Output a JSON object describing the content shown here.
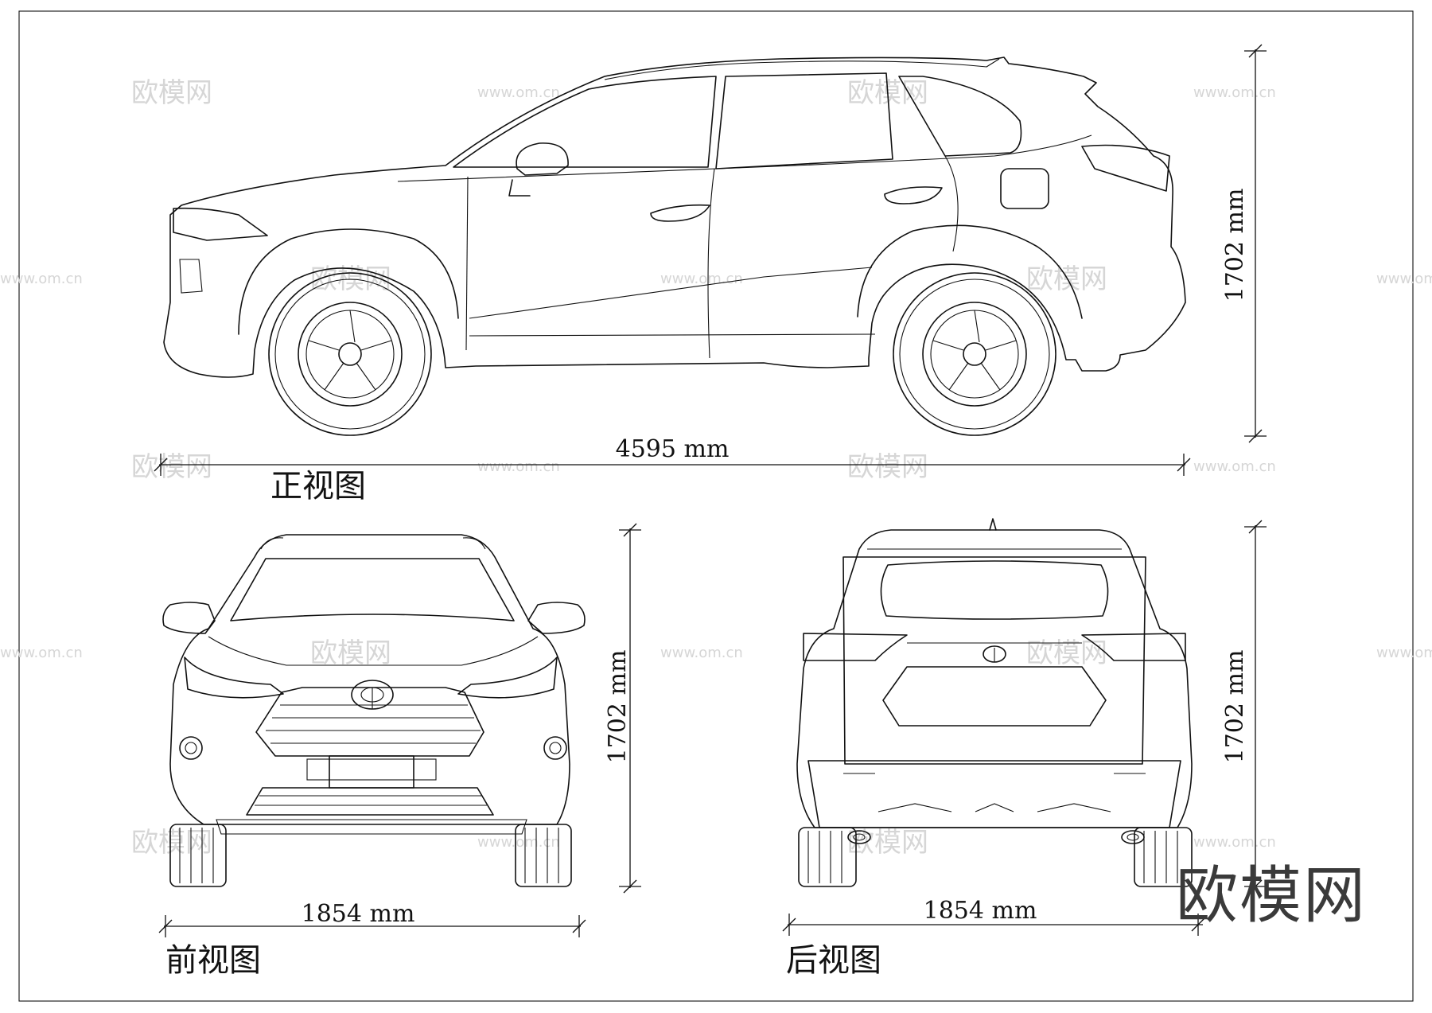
{
  "views": {
    "side": {
      "caption": "正视图",
      "length_label": "4595 mm",
      "height_label": "1702 mm"
    },
    "front": {
      "caption": "前视图",
      "width_label": "1854 mm",
      "height_label": "1702 mm"
    },
    "rear": {
      "caption": "后视图",
      "width_label": "1854 mm",
      "height_label": "1702 mm"
    }
  },
  "watermark": {
    "brand": "欧模网",
    "url": "www.om.cn"
  },
  "logo": {
    "text": "欧模网"
  }
}
